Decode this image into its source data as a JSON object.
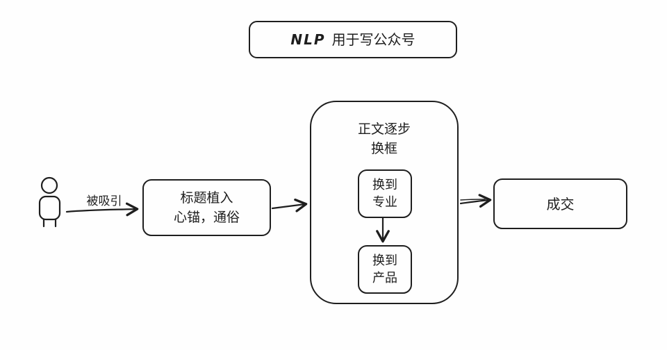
{
  "diagram": {
    "background": "#fefefe",
    "stroke_color": "#1e1e1e"
  },
  "title": {
    "prefix": "NLP",
    "rest": "用于写公众号"
  },
  "actor": {
    "icon": "person-icon"
  },
  "labels": {
    "attracted": "被吸引"
  },
  "nodes": {
    "title_implant": {
      "line1": "标题植入",
      "line2": "心锚，通俗"
    },
    "body_reframe": {
      "line1": "正文逐步",
      "line2": "换框"
    },
    "switch_professional": {
      "line1": "换到",
      "line2": "专业"
    },
    "switch_product": {
      "line1": "换到",
      "line2": "产品"
    },
    "deal": {
      "label": "成交"
    }
  }
}
